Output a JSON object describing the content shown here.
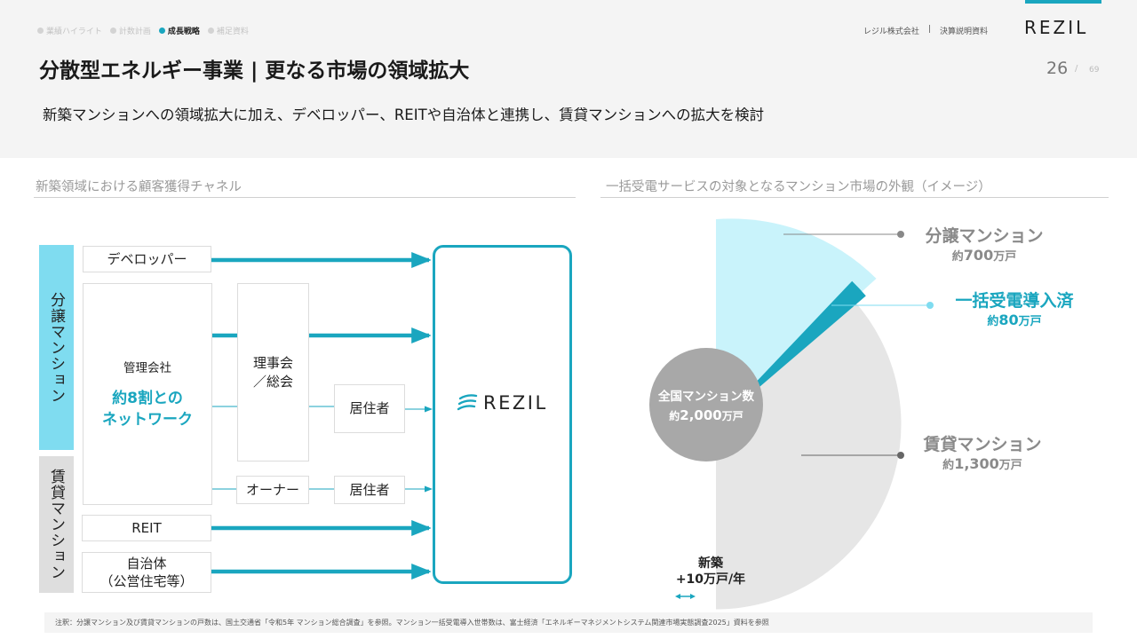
{
  "nav": {
    "items": [
      {
        "label": "業績ハイライト",
        "active": false
      },
      {
        "label": "計数計画",
        "active": false
      },
      {
        "label": "成長戦略",
        "active": true
      },
      {
        "label": "補足資料",
        "active": false
      }
    ]
  },
  "header": {
    "company": "レジル株式会社",
    "divider": "|",
    "doc_type": "決算説明資料",
    "logo": "REZIL",
    "title": "分散型エネルギー事業 | 更なる市場の領域拡大",
    "page": "26",
    "page_sep": "/",
    "page_total": "69",
    "subtitle": "新築マンションへの領域拡大に加え、デベロッパー、REITや自治体と連携し、賃貸マンションへの拡大を検討"
  },
  "left": {
    "heading": "新築領域における顧客獲得チャネル",
    "side_labels": {
      "bunjo": "分譲マンション",
      "chintai": "賃貸マンション"
    },
    "developer": "デベロッパー",
    "mgmt_company": "管理会社",
    "mgmt_accent_line1": "約8割との",
    "mgmt_accent_line2": "ネットワーク",
    "board_line1": "理事会",
    "board_line2": "／総会",
    "resident": "居住者",
    "owner": "オーナー",
    "reit": "REIT",
    "municipality_line1": "自治体",
    "municipality_line2": "（公営住宅等）",
    "rezil_logo": "REZIL"
  },
  "right": {
    "heading": "一括受電サービスの対象となるマンション市場の外観（イメージ）",
    "bunjo_name": "分譲マンション",
    "bunjo_pre": "約",
    "bunjo_num": "700",
    "bunjo_unit": "万戸",
    "ikkatsu_name": "一括受電導入済",
    "ikkatsu_pre": "約",
    "ikkatsu_num": "80",
    "ikkatsu_unit": "万戸",
    "chintai_name": "賃貸マンション",
    "chintai_pre": "約",
    "chintai_num": "1,300",
    "chintai_unit": "万戸",
    "total_line1": "全国マンション数",
    "total_pre": "約",
    "total_num": "2,000",
    "total_unit": "万戸",
    "new_line1": "新築",
    "new_line2": "+10万戸/年"
  },
  "colors": {
    "accent": "#1aa6bf",
    "bunjo": "#c9f3fb",
    "chintai": "#e6e6e6",
    "label_blue": "#7fdcf0",
    "label_gray": "#dedede"
  },
  "footnote": "注釈：分譲マンション及び賃貸マンションの戸数は、国土交通省「令和5年 マンション総合調査」を参照。マンション一括受電導入世帯数は、富士経済「エネルギーマネジメントシステム関連市場実態調査2025」資料を参照"
}
